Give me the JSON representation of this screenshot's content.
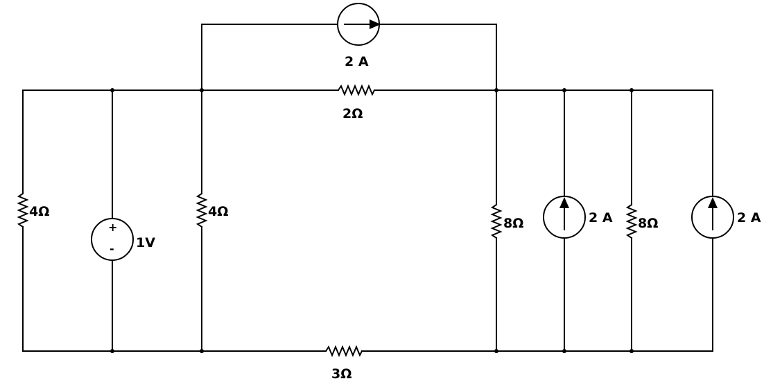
{
  "components": {
    "top_current_source": {
      "label": "2 A"
    },
    "top_resistor": {
      "label": "2Ω"
    },
    "bottom_resistor": {
      "label": "3Ω"
    },
    "left_resistor": {
      "label": "4Ω"
    },
    "voltage_source": {
      "label": "1V",
      "plus": "+",
      "minus": "-"
    },
    "mid_resistor": {
      "label": "4Ω"
    },
    "right_resistor_1": {
      "label": "8Ω"
    },
    "right_current_source_1": {
      "label": "2 A"
    },
    "right_resistor_2": {
      "label": "8Ω"
    },
    "right_current_source_2": {
      "label": "2 A"
    }
  }
}
